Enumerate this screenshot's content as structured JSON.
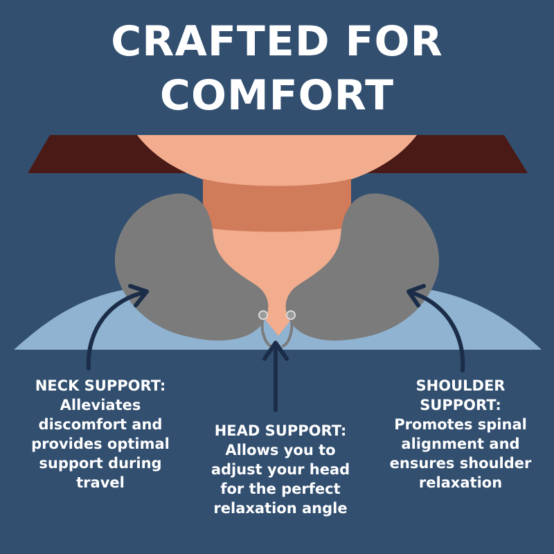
{
  "title": {
    "line1": "CRAFTED FOR",
    "line2": "COMFORT"
  },
  "captions": {
    "neck": [
      "NECK SUPPORT:",
      "Alleviates",
      "discomfort and",
      "provides optimal",
      "support during",
      "travel"
    ],
    "head": [
      "HEAD SUPPORT:",
      "Allows you to",
      "adjust your head",
      "for the perfect",
      "relaxation angle"
    ],
    "shoulder": [
      "SHOULDER",
      "SUPPORT:",
      "Promotes spinal",
      "alignment and",
      "ensures shoulder",
      "relaxation"
    ]
  },
  "colors": {
    "background": "#324f70",
    "hair": "#4a1a16",
    "skin": "#f2ac8e",
    "neck_shadow": "#d07b5a",
    "shirt": "#8fb3d1",
    "pillow": "#7b7b7b",
    "arrow": "#1b2d48",
    "text": "#ffffff"
  }
}
